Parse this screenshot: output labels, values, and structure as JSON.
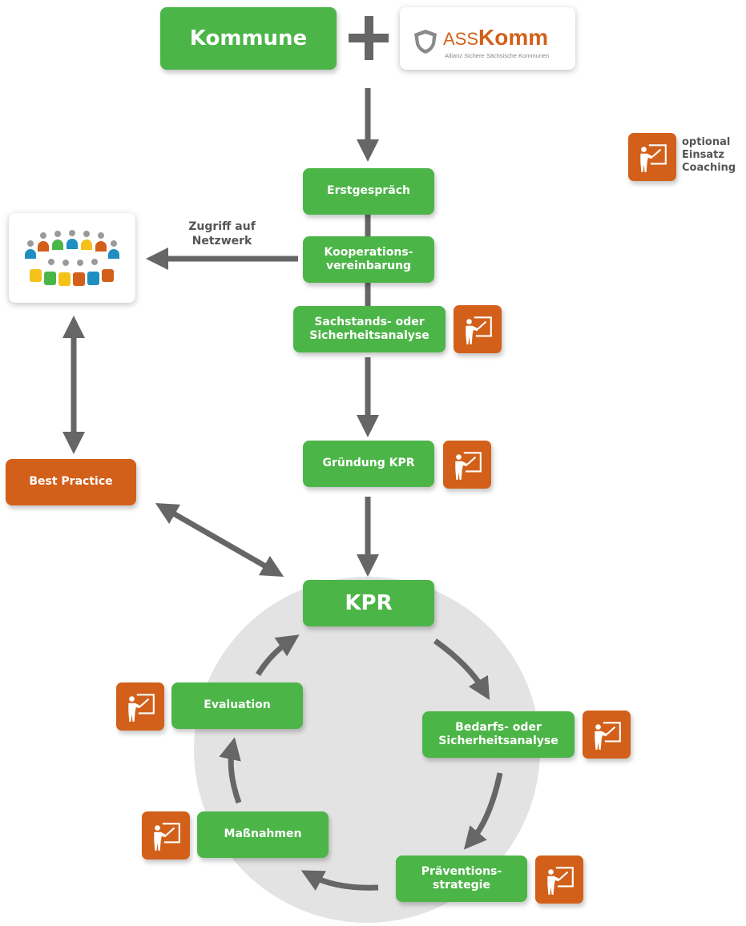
{
  "header": {
    "kommune_label": "Kommune",
    "plus_icon": "plus-icon",
    "logo": {
      "prefix": "ASS",
      "name": "Komm",
      "tagline": "Allianz Sichere Sächsische Kommunen",
      "icon": "shield-icon"
    }
  },
  "legend": {
    "icon": "coaching-icon",
    "text_line1": "optional",
    "text_line2": "Einsatz",
    "text_line3": "Coaching"
  },
  "nodes": {
    "erstgespraech": "Erstgespräch",
    "kooperation_line1": "Kooperations-",
    "kooperation_line2": "vereinbarung",
    "sachstand_line1": "Sachstands- oder",
    "sachstand_line2": "Sicherheitsanalyse",
    "gruendung": "Gründung KPR",
    "kpr": "KPR",
    "bedarf_line1": "Bedarfs- oder",
    "bedarf_line2": "Sicherheitsanalyse",
    "praevention_line1": "Präventions-",
    "praevention_line2": "strategie",
    "massnahmen": "Maßnahmen",
    "evaluation": "Evaluation",
    "best_practice": "Best Practice"
  },
  "network": {
    "label_line1": "Zugriff auf",
    "label_line2": "Netzwerk",
    "icon": "network-people-icon"
  },
  "colors": {
    "green": "#4cb548",
    "orange": "#d2601a",
    "arrow": "#666666",
    "circle": "#e3e3e3",
    "text_dark": "#555555"
  }
}
